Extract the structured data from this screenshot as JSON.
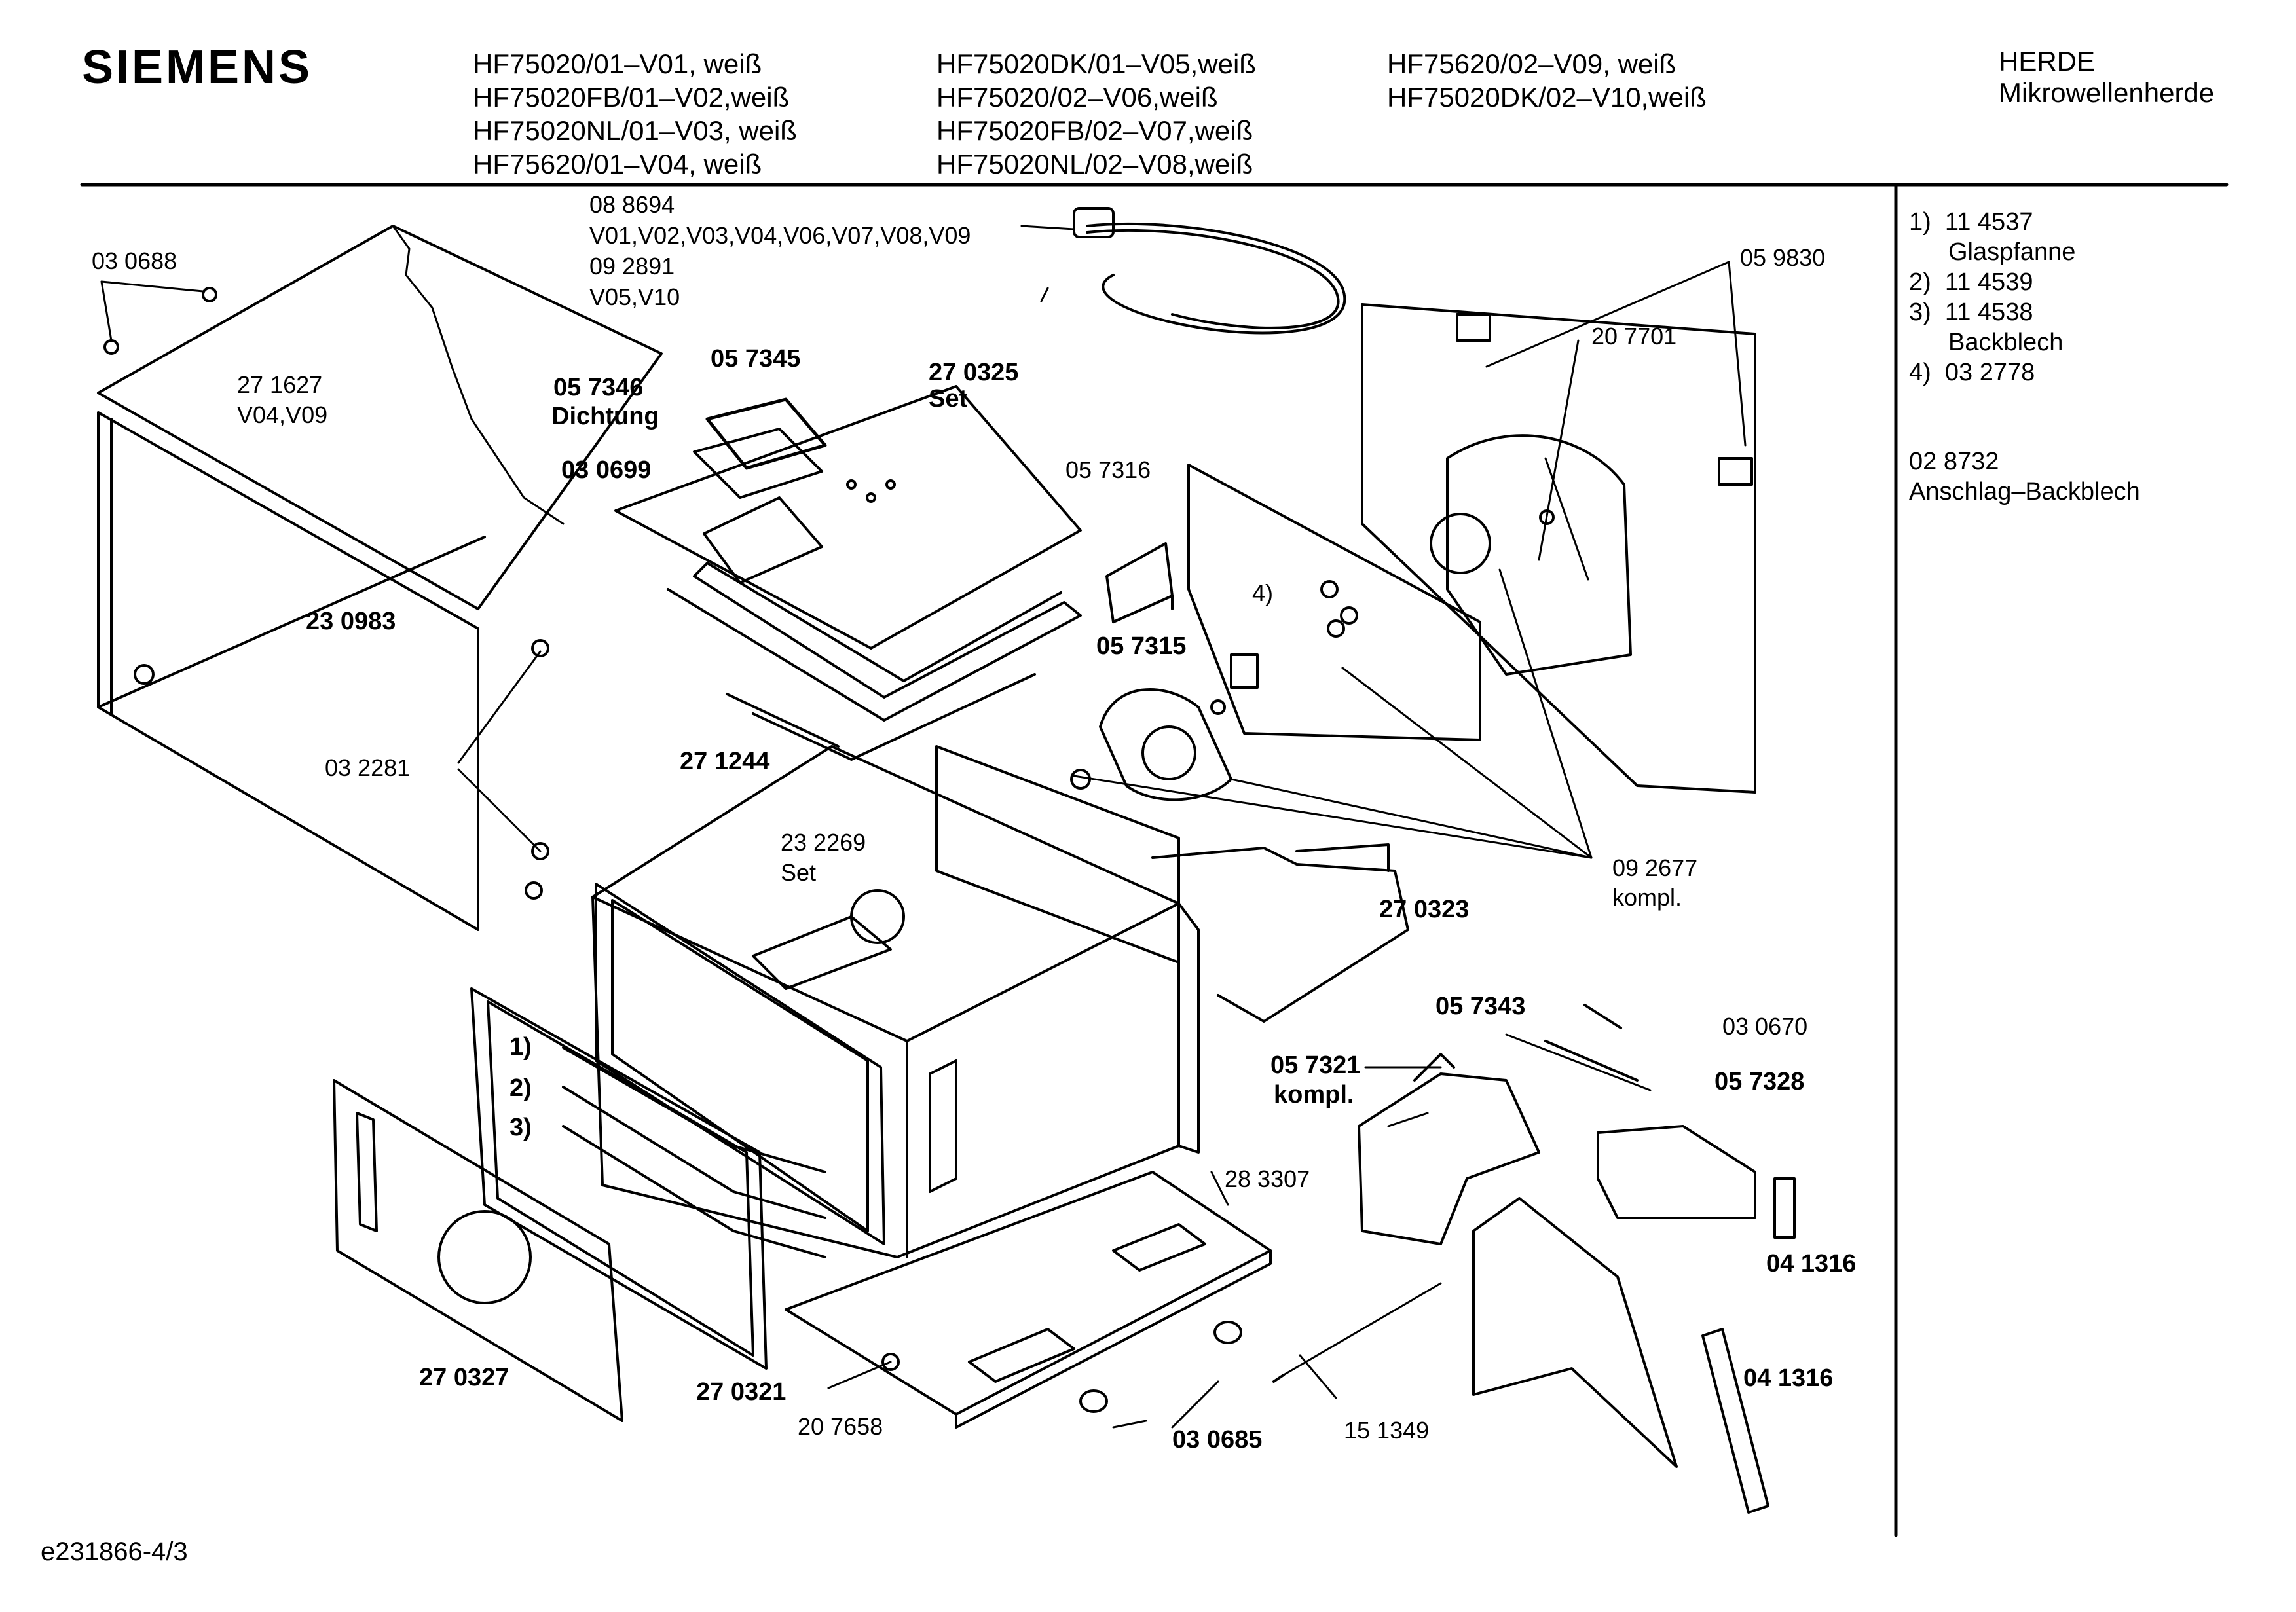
{
  "header": {
    "brand": "SIEMENS",
    "models": [
      [
        "HF75020/01–V01, weiß",
        "HF75020FB/01–V02,weiß",
        "HF75020NL/01–V03, weiß",
        "HF75620/01–V04, weiß"
      ],
      [
        "HF75020DK/01–V05,weiß",
        "HF75020/02–V06,weiß",
        "HF75020FB/02–V07,weiß",
        "HF75020NL/02–V08,weiß"
      ],
      [
        "HF75620/02–V09, weiß",
        "HF75020DK/02–V10,weiß"
      ]
    ],
    "category": [
      "HERDE",
      "Mikrowellenherde"
    ]
  },
  "labels": {
    "cable_a": "08 8694",
    "cable_a_variants": "V01,V02,V03,V04,V06,V07,V08,V09",
    "cable_b": "09 2891",
    "cable_b_variants": "V05,V10",
    "p030688": "03 0688",
    "p271627": "27 1627",
    "p271627_variants": "V04,V09",
    "p057346": "05 7346",
    "dichtung": "Dichtung",
    "p057345": "05 7345",
    "p270325": "27 0325",
    "set1": "Set",
    "p030699": "03 0699",
    "p230983": "23 0983",
    "p057316": "05 7316",
    "p059830": "05 9830",
    "p207701": "20 7701",
    "n4": "4)",
    "p057315": "05 7315",
    "p032281": "03 2281",
    "p271244": "27 1244",
    "p232269": "23 2269",
    "set2": "Set",
    "p270323": "27 0323",
    "p092677": "09 2677",
    "kompl1": "kompl.",
    "p057343": "05 7343",
    "p030670": "03 0670",
    "p057321": "05 7321",
    "kompl2": "kompl.",
    "p057328": "05 7328",
    "n1": "1)",
    "n2": "2)",
    "n3": "3)",
    "p283307": "28 3307",
    "p041316a": "04 1316",
    "p041316b": "04 1316",
    "p270327": "27 0327",
    "p270321": "27 0321",
    "p207658": "20 7658",
    "p030685": "03 0685",
    "p151349": "15 1349"
  },
  "sidebar": {
    "notes": [
      {
        "num": "1)",
        "code": "11 4537",
        "desc": "Glaspfanne"
      },
      {
        "num": "2)",
        "code": "11 4539",
        "desc": ""
      },
      {
        "num": "3)",
        "code": "11 4538",
        "desc": "Backblech"
      },
      {
        "num": "4)",
        "code": "03 2778",
        "desc": ""
      }
    ],
    "extra_code": "02 8732",
    "extra_desc": "Anschlag–Backblech"
  },
  "footer": {
    "ref": "e231866-4/3"
  }
}
